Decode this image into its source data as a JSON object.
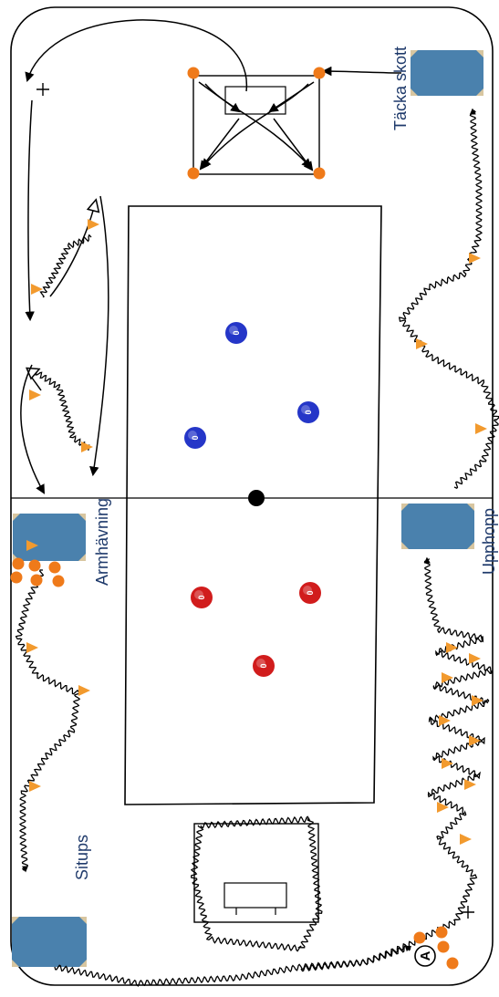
{
  "colors": {
    "station_mat": "#4a81ad",
    "mat_corner": "#d8c6a0",
    "cone": "#f29a2e",
    "ball": "#ef7a1a",
    "team_blue": "#2536c8",
    "team_red": "#d11c1c",
    "line": "#000000",
    "label": "#1f3a6b"
  },
  "stations": {
    "tacka_skott": "Täcka skott",
    "armhavning": "Armhävning",
    "upphopp": "Upphopp",
    "situps": "Situps"
  },
  "players": {
    "blue": [
      "0",
      "0",
      "0"
    ],
    "red": [
      "0",
      "0",
      "0"
    ]
  },
  "start_marker": "A"
}
